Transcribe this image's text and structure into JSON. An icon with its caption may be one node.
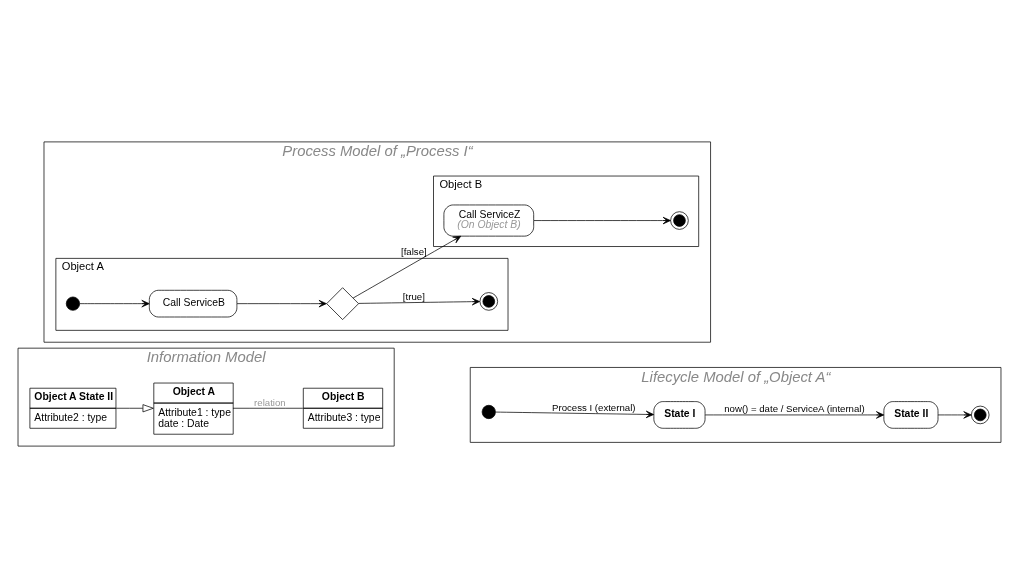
{
  "diagram": {
    "nodes": [
      {
        "text": [
          "Information Model"
        ]
      },
      {
        "text": [
          "Object A",
          "Attribute1 : type",
          "date : Date"
        ],
        "in": 0
      },
      {
        "text": [
          "Object A State II",
          "Attribute2 : type"
        ],
        "in": 0
      },
      {
        "text": [
          "Object B",
          "Attribute3 : type"
        ],
        "in": 0
      },
      {
        "text": [
          "Lifecycle Model of „Object A“"
        ]
      },
      {
        "text": [],
        "shape": "circle",
        "in": 4
      },
      {
        "text": [
          "State I"
        ],
        "in": 4
      },
      {
        "text": [
          "State II"
        ],
        "in": 4
      },
      {
        "text": [],
        "shape": "bullseye",
        "in": 4
      },
      {
        "text": [
          "Process Model of „Process I“"
        ]
      },
      {
        "text": [
          "Object A"
        ],
        "in": 9
      },
      {
        "text": [],
        "shape": "circle",
        "in": 10
      },
      {
        "text": [
          "Call ServiceB"
        ],
        "in": 10
      },
      {
        "text": [],
        "shape": "diamond",
        "in": 10
      },
      {
        "text": [],
        "shape": "bullseye",
        "in": 10
      },
      {
        "text": [
          "Object B"
        ],
        "in": 9
      },
      {
        "text": [
          "Call ServiceZ",
          "(On Object B)"
        ],
        "in": 15
      },
      {
        "text": [],
        "shape": "bullseye",
        "in": 15
      }
    ],
    "edges": [
      {
        "from": 2,
        "to": 1,
        "arrow": "to"
      },
      {
        "from": 1,
        "to": 3,
        "arrow": "none",
        "label": "relation"
      },
      {
        "from": 5,
        "to": 6,
        "arrow": "to",
        "label": "Process I (external)"
      },
      {
        "from": 6,
        "to": 7,
        "arrow": "to",
        "label": "now() = date / ServiceA (internal)"
      },
      {
        "from": 7,
        "to": 8,
        "arrow": "to"
      },
      {
        "from": 11,
        "to": 12,
        "arrow": "to"
      },
      {
        "from": 12,
        "to": 13,
        "arrow": "to"
      },
      {
        "from": 13,
        "to": 14,
        "arrow": "to",
        "label": "[true]"
      },
      {
        "from": 13,
        "to": 16,
        "arrow": "to",
        "label": "[false]"
      },
      {
        "from": 16,
        "to": 17,
        "arrow": "to"
      }
    ]
  }
}
